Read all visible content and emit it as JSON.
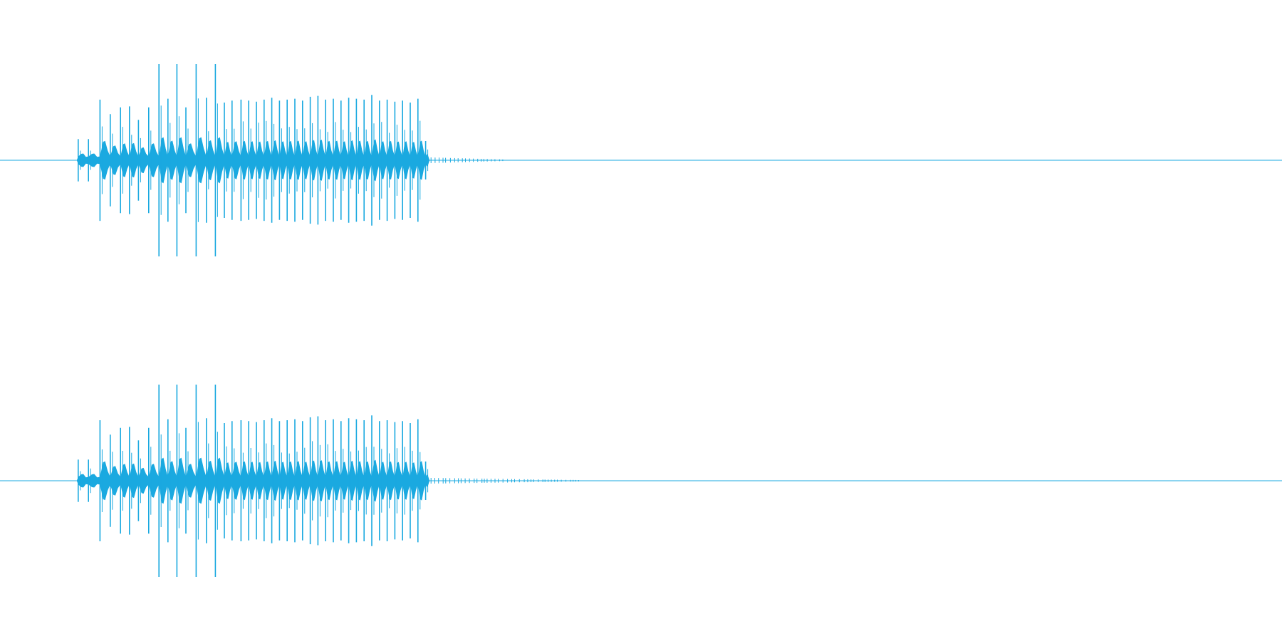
{
  "chart_data": {
    "type": "area",
    "title": "",
    "xlabel": "",
    "ylabel": "",
    "grid": false,
    "color": "#1aa9e0",
    "ylim": [
      -1,
      1
    ],
    "x_range": [
      0,
      1
    ],
    "series": [
      {
        "channel": 1,
        "pulse_start": 0.061,
        "pulse_end": 0.334,
        "tail_end": 0.395,
        "peaks": [
          [
            0.061,
            0.22
          ],
          [
            0.069,
            0.22
          ],
          [
            0.078,
            0.63
          ],
          [
            0.086,
            0.48
          ],
          [
            0.094,
            0.55
          ],
          [
            0.101,
            0.56
          ],
          [
            0.108,
            0.42
          ],
          [
            0.116,
            0.55
          ],
          [
            0.124,
            1.0
          ],
          [
            0.131,
            0.64
          ],
          [
            0.138,
            1.0
          ],
          [
            0.145,
            0.55
          ],
          [
            0.153,
            1.0
          ],
          [
            0.161,
            0.65
          ],
          [
            0.168,
            1.0
          ],
          [
            0.175,
            0.6
          ],
          [
            0.181,
            0.62
          ],
          [
            0.188,
            0.63
          ],
          [
            0.194,
            0.62
          ],
          [
            0.2,
            0.61
          ],
          [
            0.206,
            0.63
          ],
          [
            0.212,
            0.65
          ],
          [
            0.218,
            0.62
          ],
          [
            0.224,
            0.63
          ],
          [
            0.23,
            0.64
          ],
          [
            0.236,
            0.62
          ],
          [
            0.242,
            0.66
          ],
          [
            0.248,
            0.67
          ],
          [
            0.254,
            0.63
          ],
          [
            0.26,
            0.64
          ],
          [
            0.266,
            0.62
          ],
          [
            0.272,
            0.65
          ],
          [
            0.278,
            0.64
          ],
          [
            0.284,
            0.63
          ],
          [
            0.29,
            0.68
          ],
          [
            0.296,
            0.62
          ],
          [
            0.302,
            0.63
          ],
          [
            0.308,
            0.61
          ],
          [
            0.314,
            0.62
          ],
          [
            0.32,
            0.6
          ],
          [
            0.326,
            0.64
          ],
          [
            0.332,
            0.2
          ]
        ]
      },
      {
        "channel": 2,
        "pulse_start": 0.061,
        "pulse_end": 0.334,
        "tail_end": 0.453,
        "peaks": [
          [
            0.061,
            0.22
          ],
          [
            0.069,
            0.22
          ],
          [
            0.078,
            0.63
          ],
          [
            0.086,
            0.48
          ],
          [
            0.094,
            0.55
          ],
          [
            0.101,
            0.56
          ],
          [
            0.108,
            0.42
          ],
          [
            0.116,
            0.55
          ],
          [
            0.124,
            1.0
          ],
          [
            0.131,
            0.64
          ],
          [
            0.138,
            1.0
          ],
          [
            0.145,
            0.55
          ],
          [
            0.153,
            1.0
          ],
          [
            0.161,
            0.65
          ],
          [
            0.168,
            1.0
          ],
          [
            0.175,
            0.6
          ],
          [
            0.181,
            0.62
          ],
          [
            0.188,
            0.63
          ],
          [
            0.194,
            0.62
          ],
          [
            0.2,
            0.61
          ],
          [
            0.206,
            0.63
          ],
          [
            0.212,
            0.65
          ],
          [
            0.218,
            0.62
          ],
          [
            0.224,
            0.63
          ],
          [
            0.23,
            0.64
          ],
          [
            0.236,
            0.62
          ],
          [
            0.242,
            0.66
          ],
          [
            0.248,
            0.67
          ],
          [
            0.254,
            0.63
          ],
          [
            0.26,
            0.64
          ],
          [
            0.266,
            0.62
          ],
          [
            0.272,
            0.65
          ],
          [
            0.278,
            0.64
          ],
          [
            0.284,
            0.63
          ],
          [
            0.29,
            0.68
          ],
          [
            0.296,
            0.62
          ],
          [
            0.302,
            0.63
          ],
          [
            0.308,
            0.61
          ],
          [
            0.314,
            0.62
          ],
          [
            0.32,
            0.6
          ],
          [
            0.326,
            0.64
          ],
          [
            0.332,
            0.2
          ]
        ]
      }
    ]
  }
}
